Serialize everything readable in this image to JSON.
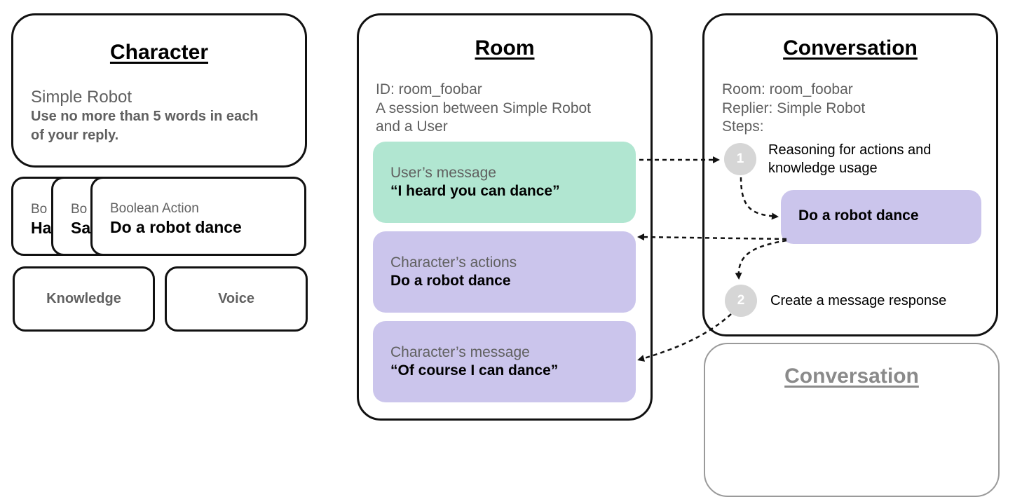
{
  "character": {
    "title": "Character",
    "name": "Simple Robot",
    "instruction_line1": "Use no more than 5 words in each",
    "instruction_line2": "of your reply.",
    "actions": [
      {
        "label": "Bo",
        "value": "Ha"
      },
      {
        "label": "Bo",
        "value": "Sa"
      },
      {
        "label": "Boolean Action",
        "value": "Do a robot dance"
      }
    ],
    "knowledge_label": "Knowledge",
    "voice_label": "Voice"
  },
  "room": {
    "title": "Room",
    "id_line": "ID: room_foobar",
    "desc_line1": "A session between Simple Robot",
    "desc_line2": "and a User",
    "messages": [
      {
        "label": "User’s message",
        "value": "“I heard you can dance”",
        "color": "#b1e6d1"
      },
      {
        "label": "Character’s actions",
        "value": "Do a robot dance",
        "color": "#cbc5ec"
      },
      {
        "label": "Character’s message",
        "value": "“Of course I can dance”",
        "color": "#cbc5ec"
      }
    ]
  },
  "conversation": {
    "title": "Conversation",
    "room_line": "Room: room_foobar",
    "replier_line": "Replier: Simple Robot",
    "steps_label": "Steps:",
    "steps": [
      {
        "number": "1",
        "text_line1": "Reasoning for actions and",
        "text_line2": "knowledge usage"
      },
      {
        "number": "2",
        "text_line1": "Create a message response",
        "text_line2": ""
      }
    ],
    "action_result": "Do a robot dance",
    "action_color": "#cbc5ec"
  },
  "conversation_ghost": {
    "title": "Conversation"
  }
}
